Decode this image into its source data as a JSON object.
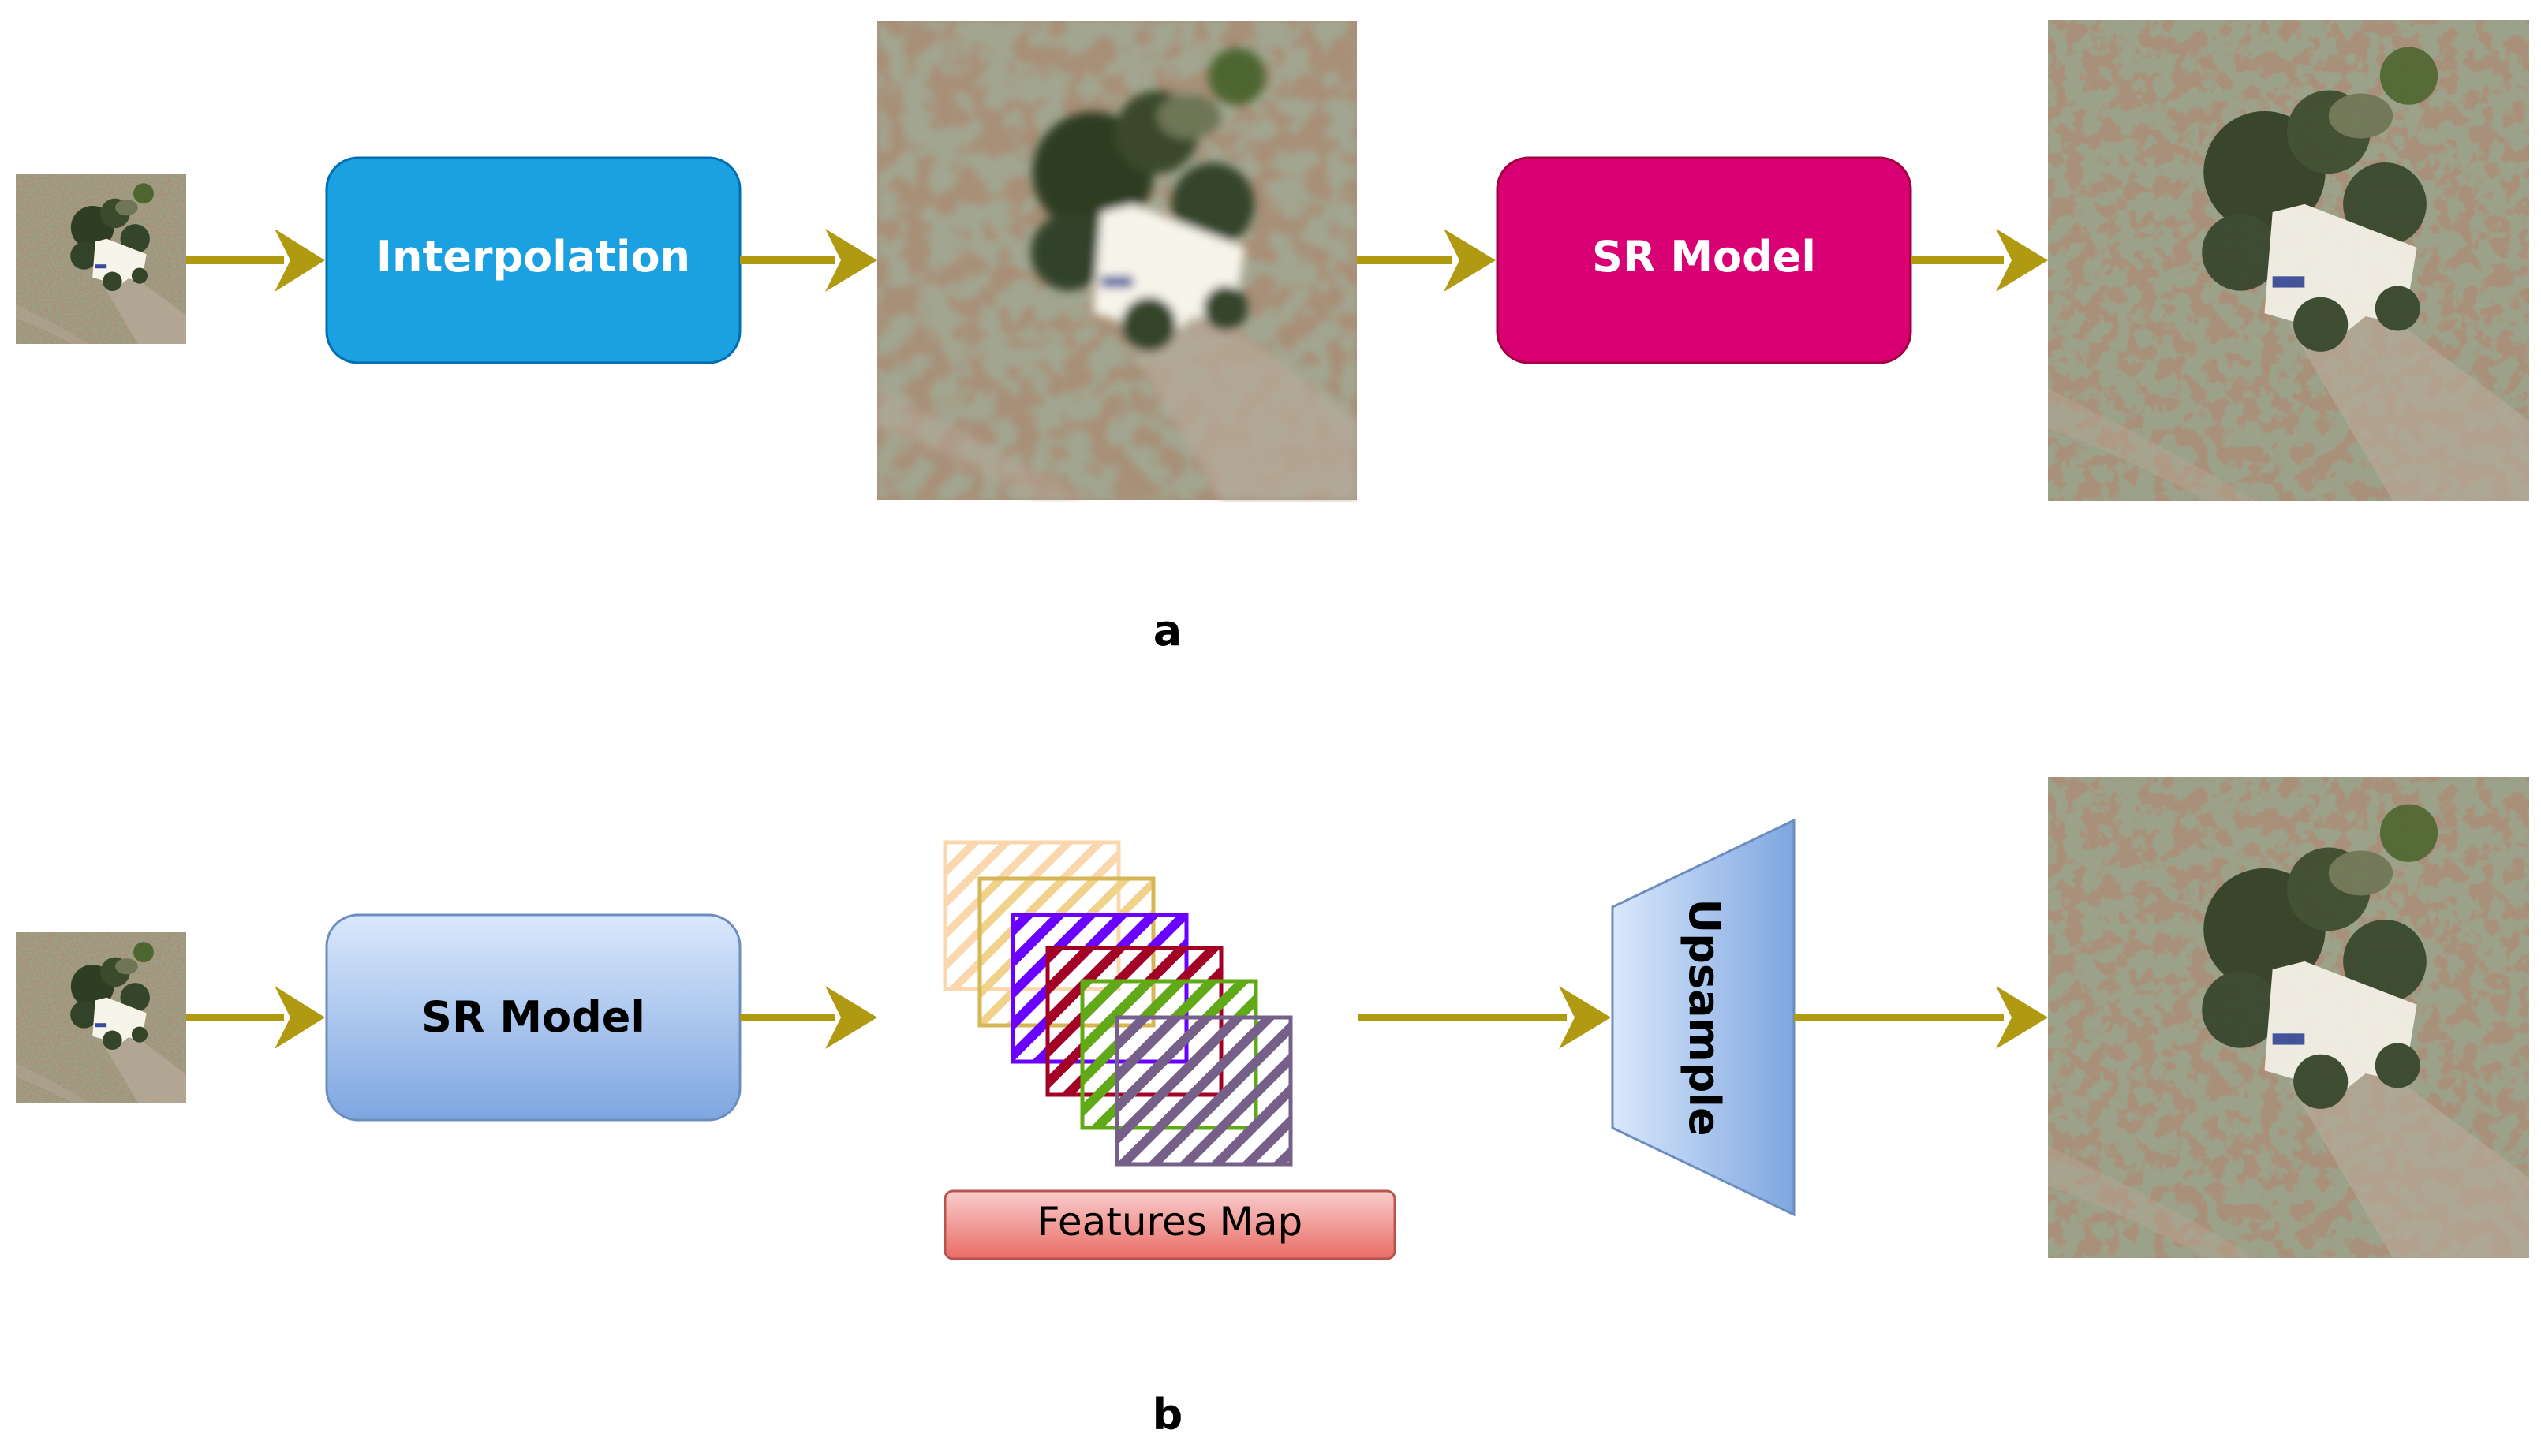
{
  "diagram_a": {
    "label": "a",
    "interpolation_label": "Interpolation",
    "sr_model_label": "SR Model"
  },
  "diagram_b": {
    "label": "b",
    "sr_model_label": "SR Model",
    "features_map_label": "Features Map",
    "upsample_label": "Upsample"
  },
  "colors": {
    "arrow": "#B09A12",
    "interpolation_box": "#1BA1E2",
    "sr_model_a_box": "#D80073",
    "sr_model_b_box_top": "#dae8fc",
    "sr_model_b_box_bottom": "#7ea6e0",
    "features_map_box_top": "#f8cecc",
    "features_map_box_bottom": "#ea6b66",
    "upsample_top": "#dae8fc",
    "upsample_bottom": "#7ea6e0",
    "feature_layers": [
      "#fad7ac",
      "#d6b656",
      "#6a00ff",
      "#a20025",
      "#60a917",
      "#76608a"
    ]
  }
}
